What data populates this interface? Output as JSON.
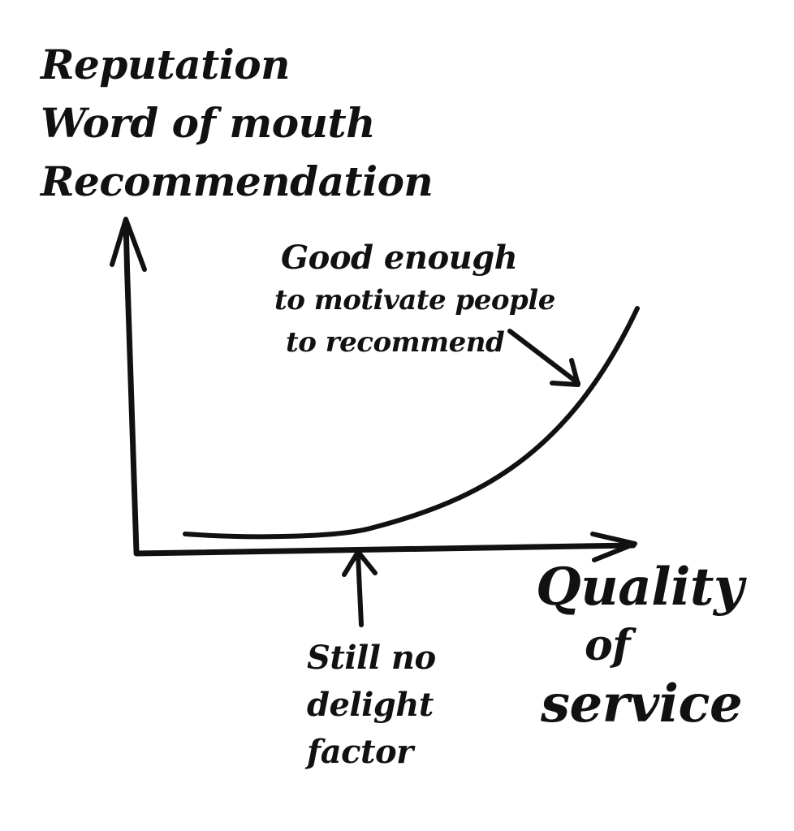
{
  "y_axis_label": {
    "line1": "Reputation",
    "line2": "Word of mouth",
    "line3": "Recommendation"
  },
  "x_axis_label": {
    "line1": "Quality",
    "line2": "of",
    "line3": "service"
  },
  "annotation_good_enough": {
    "line1": "Good enough",
    "line2": "to motivate people",
    "line3": "to recommend"
  },
  "annotation_still_no": {
    "line1": "Still no",
    "line2": "delight",
    "line3": "factor"
  },
  "colors": {
    "ink": "#111111",
    "paper": "#ffffff"
  }
}
